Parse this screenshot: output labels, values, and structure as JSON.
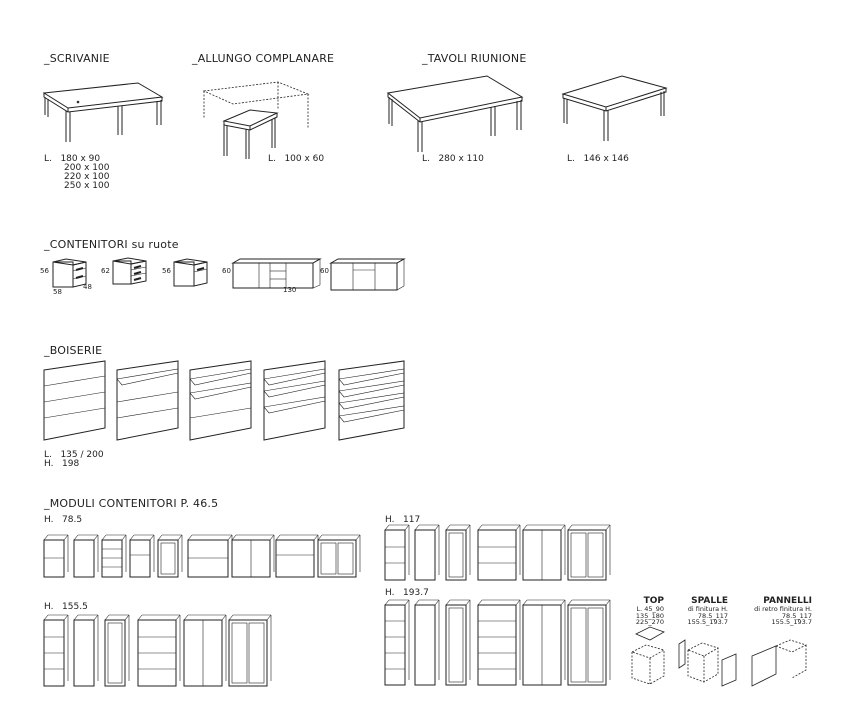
{
  "sections": {
    "scrivanie": "_SCRIVANIE",
    "allungo": "_ALLUNGO COMPLANARE",
    "tavoli": "_TAVOLI RIUNIONE",
    "contenitori": "_CONTENITORI su ruote",
    "boiserie": "_BOISERIE",
    "moduli": "_MODULI CONTENITORI P. 46.5"
  },
  "scrivanie": {
    "dims": "L.   180 x 90\n       200 x 100\n       220 x 100\n       250 x 100"
  },
  "allungo": {
    "dims": "L.   100 x 60"
  },
  "tavoli": {
    "dims_a": "L.   280 x 110",
    "dims_b": "L.   146 x 146"
  },
  "contenitori": {
    "labels": [
      "56",
      "48",
      "58",
      "62",
      "56",
      "60",
      "130",
      "60"
    ]
  },
  "boiserie": {
    "dims": "L.   135 / 200\nH.   198"
  },
  "moduli": {
    "h1": "H.   78.5",
    "h2": "H.   117",
    "h3": "H.   155.5",
    "h4": "H.   193.7"
  },
  "accessories": {
    "top": {
      "title": "TOP",
      "sub": "L. 45_90\n135_180\n225_270"
    },
    "spalle": {
      "title": "SPALLE",
      "sub": "di finitura H.\n78.5_117\n155.5_193.7"
    },
    "pannelli": {
      "title": "PANNELLI",
      "sub": "di retro finitura H.\n78.5_117\n155.5_193.7"
    }
  }
}
